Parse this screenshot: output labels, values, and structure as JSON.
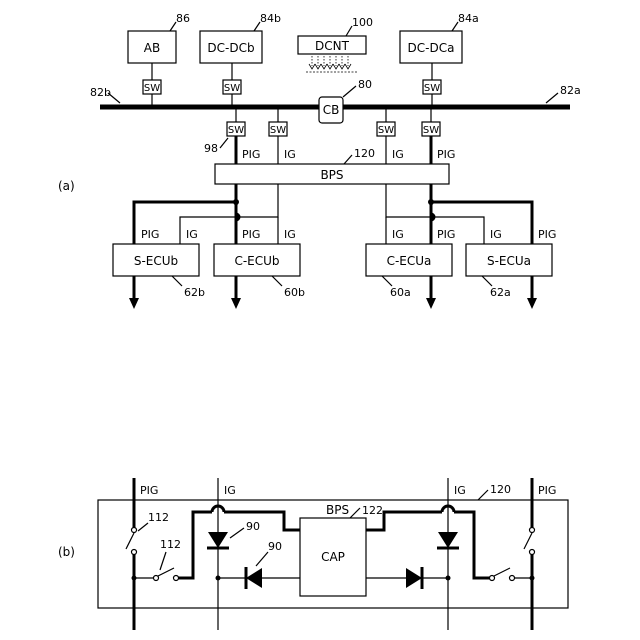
{
  "figure_a": {
    "label": "(a)",
    "boxes": {
      "ab": {
        "text": "AB",
        "ref": "86"
      },
      "dcdc_b": {
        "text": "DC-DCb",
        "ref": "84b"
      },
      "dcnt": {
        "text": "DCNT",
        "ref": "100"
      },
      "dcdc_a": {
        "text": "DC-DCa",
        "ref": "84a"
      },
      "cb": {
        "text": "CB",
        "ref": "80"
      },
      "bps": {
        "text": "BPS",
        "ref": "120"
      },
      "s_ecub": {
        "text": "S-ECUb",
        "ref": "62b"
      },
      "c_ecub": {
        "text": "C-ECUb",
        "ref": "60b"
      },
      "c_ecua": {
        "text": "C-ECUa",
        "ref": "60a"
      },
      "s_ecua": {
        "text": "S-ECUa",
        "ref": "62a"
      }
    },
    "bus_left_ref": "82b",
    "bus_right_ref": "82a",
    "switch_text": "SW",
    "switch_ref": "98",
    "pig": "PIG",
    "ig": "IG"
  },
  "figure_b": {
    "label": "(b)",
    "bps_text": "BPS",
    "bps_ref": "122",
    "frame_ref": "120",
    "cap_text": "CAP",
    "pig": "PIG",
    "ig": "IG",
    "relay_ref_1": "112",
    "relay_ref_2": "112",
    "diode_ref_1": "90",
    "diode_ref_2": "90"
  }
}
